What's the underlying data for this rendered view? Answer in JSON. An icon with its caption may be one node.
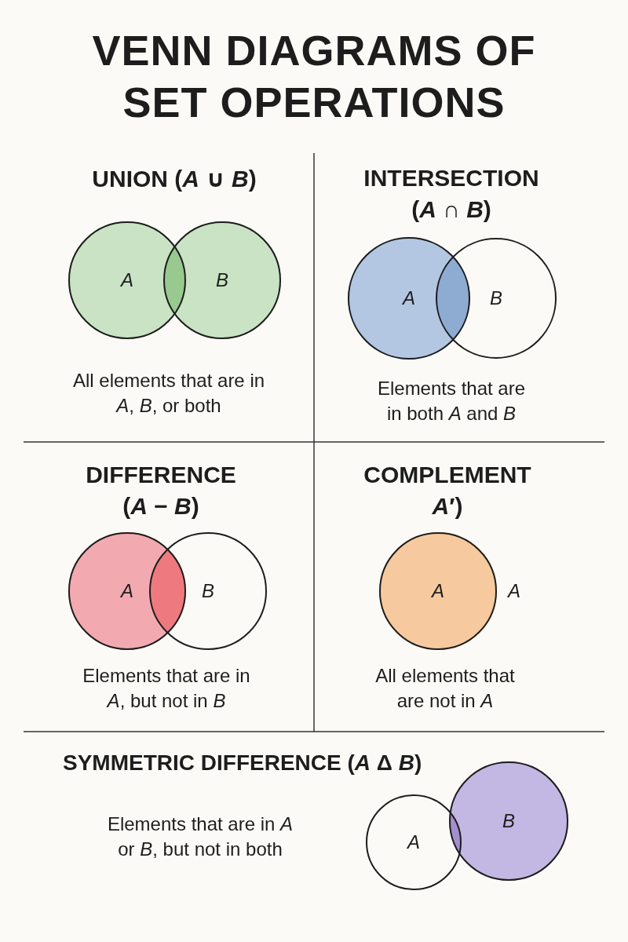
{
  "diagram": {
    "title": "VENN DIAGRAMS OF SET OPERATIONS",
    "nodes": [
      {
        "text": [
          "*A*"
        ]
      },
      {
        "text": [
          "*B*"
        ]
      },
      {
        "text": [
          "*A*"
        ]
      },
      {
        "text": [
          "*B*"
        ]
      },
      {
        "text": [
          "*A*"
        ]
      },
      {
        "text": [
          "*B*"
        ]
      },
      {
        "text": [
          "*A*"
        ],
        "beside": [
          "*A*"
        ]
      },
      {
        "text": [
          "*A*"
        ]
      },
      {
        "text": [
          "*B*"
        ]
      },
      {
        "text": [],
        "shape": "lens"
      },
      {
        "text": [],
        "shape": "lens"
      },
      {
        "text": [],
        "shape": "lens"
      },
      {
        "text": [],
        "shape": "lens"
      }
    ],
    "edges": [],
    "labels": [
      "UNION (*A* ∪ *B*)",
      "INTERSECTION (*A* ∩ *B*)",
      "All elements that are in *A*, *B*, or both",
      "Elements that are in both *A* and *B*",
      "DIFFERENCE (*A* − *B*)",
      "COMPLEMENT *A*′)",
      "Elements that are in *A*, but not in *B*",
      "All elements that are not in *A*",
      "SYMMETRIC DIFFERENCE (*A* Δ *B*)",
      "Elements that are in *A* or *B*, but not in both"
    ]
  }
}
